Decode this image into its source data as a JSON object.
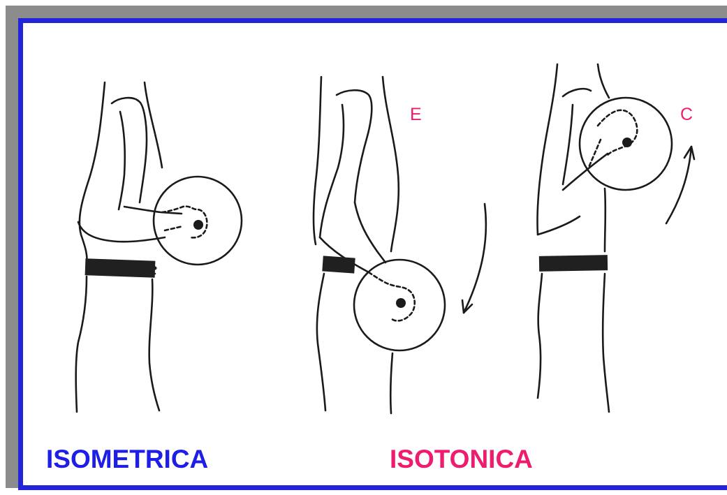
{
  "labels": {
    "isometric": "ISOMETRICA",
    "isotonic": "ISOTONICA",
    "eccentric_marker": "E",
    "concentric_marker": "C"
  },
  "colors": {
    "frame": "#2323d8",
    "shadow": "#8c8c8c",
    "isometric_label": "#1e1ee6",
    "isotonic_label": "#ee1c6e",
    "marker": "#ee1c6e",
    "ink": "#1a1a1a"
  },
  "figures": [
    {
      "name": "isometric-figure",
      "icon": "arm-holding-disc-horizontal"
    },
    {
      "name": "eccentric-figure",
      "icon": "arm-lowering-disc",
      "arrow": "down"
    },
    {
      "name": "concentric-figure",
      "icon": "arm-raising-disc",
      "arrow": "up"
    }
  ]
}
